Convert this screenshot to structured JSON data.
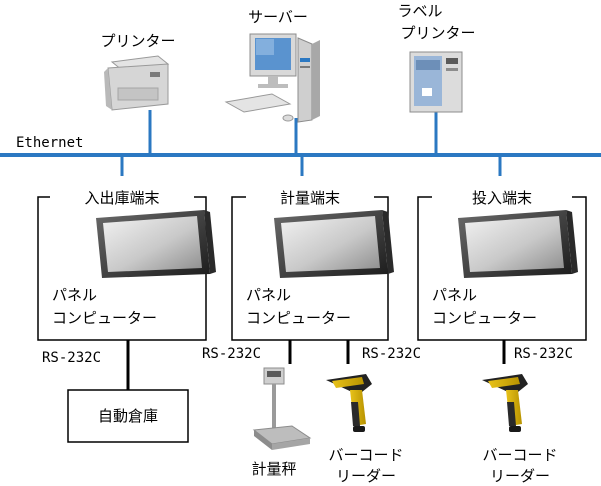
{
  "network_label": "Ethernet",
  "colors": {
    "network": "#2b78c2",
    "wire": "#000000",
    "frame": "#000000"
  },
  "top_devices": [
    {
      "name": "printer",
      "label_lines": [
        "プリンター"
      ]
    },
    {
      "name": "server",
      "label_lines": [
        "サーバー"
      ]
    },
    {
      "name": "label-printer",
      "label_lines": [
        "ラベル",
        "プリンター"
      ]
    }
  ],
  "terminals": [
    {
      "title": "入出庫端末",
      "pc_lines": [
        "パネル",
        "コンピューター"
      ]
    },
    {
      "title": "計量端末",
      "pc_lines": [
        "パネル",
        "コンピューター"
      ]
    },
    {
      "title": "投入端末",
      "pc_lines": [
        "パネル",
        "コンピューター"
      ]
    }
  ],
  "interface_label": "RS-232C",
  "peripherals": {
    "warehouse": "自動倉庫",
    "scale": "計量秤",
    "barcode_reader_lines": [
      "バーコード",
      "リーダー"
    ]
  }
}
